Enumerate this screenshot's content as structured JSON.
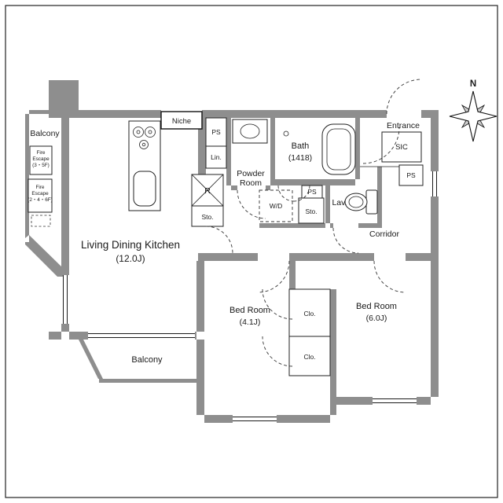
{
  "compass": {
    "north": "N"
  },
  "rooms": {
    "balcony_left": {
      "label": "Balcony"
    },
    "fire_escape_1": {
      "line1": "Fire",
      "line2": "Escape",
      "line3": "(3・5F)"
    },
    "fire_escape_2": {
      "line1": "Fire",
      "line2": "Escape",
      "line3": "(2・4・6F)"
    },
    "ldk": {
      "label": "Living Dining Kitchen",
      "size": "(12.0J)"
    },
    "niche": {
      "label": "Niche"
    },
    "ps_top": {
      "label": "PS"
    },
    "linen": {
      "label": "Lin."
    },
    "powder": {
      "line1": "Powder",
      "line2": "Room"
    },
    "bath": {
      "label": "Bath",
      "size": "(1418)"
    },
    "entrance": {
      "label": "Entrance"
    },
    "sic": {
      "label": "SIC"
    },
    "ps_right": {
      "label": "PS"
    },
    "refrigerator": {
      "label": "R"
    },
    "storage_left": {
      "label": "Sto."
    },
    "wd": {
      "label": "W/D"
    },
    "ps_mid": {
      "label": "PS"
    },
    "storage_mid": {
      "label": "Sto."
    },
    "lavatory": {
      "label": "Lav."
    },
    "corridor": {
      "label": "Corridor"
    },
    "bedroom_small": {
      "label": "Bed Room",
      "size": "(4.1J)"
    },
    "closet_1": {
      "label": "Clo."
    },
    "closet_2": {
      "label": "Clo."
    },
    "bedroom_large": {
      "label": "Bed Room",
      "size": "(6.0J)"
    },
    "balcony_bottom": {
      "label": "Balcony"
    }
  },
  "colors": {
    "wall": "#8e8e8e",
    "line": "#1a1a1a",
    "bg": "#ffffff"
  }
}
